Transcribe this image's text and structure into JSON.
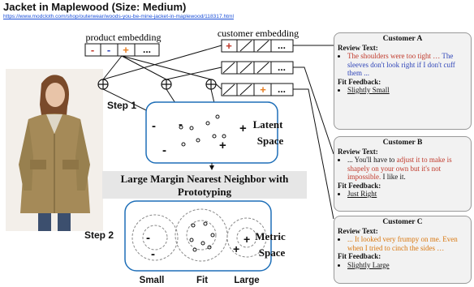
{
  "header": {
    "title": "Jacket in Maplewood (Size: Medium)",
    "url": "https://www.modcloth.com/shop/outerwear/woods-you-be-mine-jacket-in-maplewood/118317.html"
  },
  "diagram": {
    "product_embedding_label": "product embedding",
    "customer_embedding_label": "customer embedding",
    "product_cells": [
      "-",
      "-",
      "+",
      "..."
    ],
    "customer_cells_1": [
      "+",
      "",
      "",
      "..."
    ],
    "customer_cells_2": [
      "",
      "",
      "",
      "..."
    ],
    "customer_cells_3": [
      "",
      "",
      "+",
      "..."
    ],
    "step1_label": "Step 1",
    "step2_label": "Step 2",
    "latent_space_label": [
      "Latent",
      "Space"
    ],
    "metric_space_label": [
      "Metric",
      "Space"
    ],
    "method_label": [
      "Large Margin Nearest Neighbor with",
      "Prototyping"
    ],
    "cluster_labels": [
      "Small",
      "Fit",
      "Large"
    ],
    "colors": {
      "red": "#c0392b",
      "blue": "#2f45b8",
      "orange": "#e67e22",
      "box_border": "#1e6fb8",
      "banner": "#e6e6e6"
    }
  },
  "customers": [
    {
      "name": "Customer A",
      "review_label": "Review Text:",
      "review_segments": [
        {
          "text": "The shoulders were too tight … ",
          "color": "red"
        },
        {
          "text": "The sleeves don't look right if I don't cuff them ...",
          "color": "blue"
        }
      ],
      "fit_label": "Fit Feedback:",
      "fit": "Slightly Small"
    },
    {
      "name": "Customer B",
      "review_label": "Review Text:",
      "review_segments": [
        {
          "text": "... You'll have to ",
          "color": "black"
        },
        {
          "text": "adjust it to make is shapely on your own but it's not impossible.",
          "color": "red"
        },
        {
          "text": " I like it.",
          "color": "black"
        }
      ],
      "fit_label": "Fit Feedback:",
      "fit": "Just Right"
    },
    {
      "name": "Customer C",
      "review_label": "Review Text:",
      "review_segments": [
        {
          "text": "... It looked very frumpy on me. Even when I tried to cinch the sides …",
          "color": "orange"
        }
      ],
      "fit_label": "Fit Feedback:",
      "fit": "Slightly Large"
    }
  ]
}
